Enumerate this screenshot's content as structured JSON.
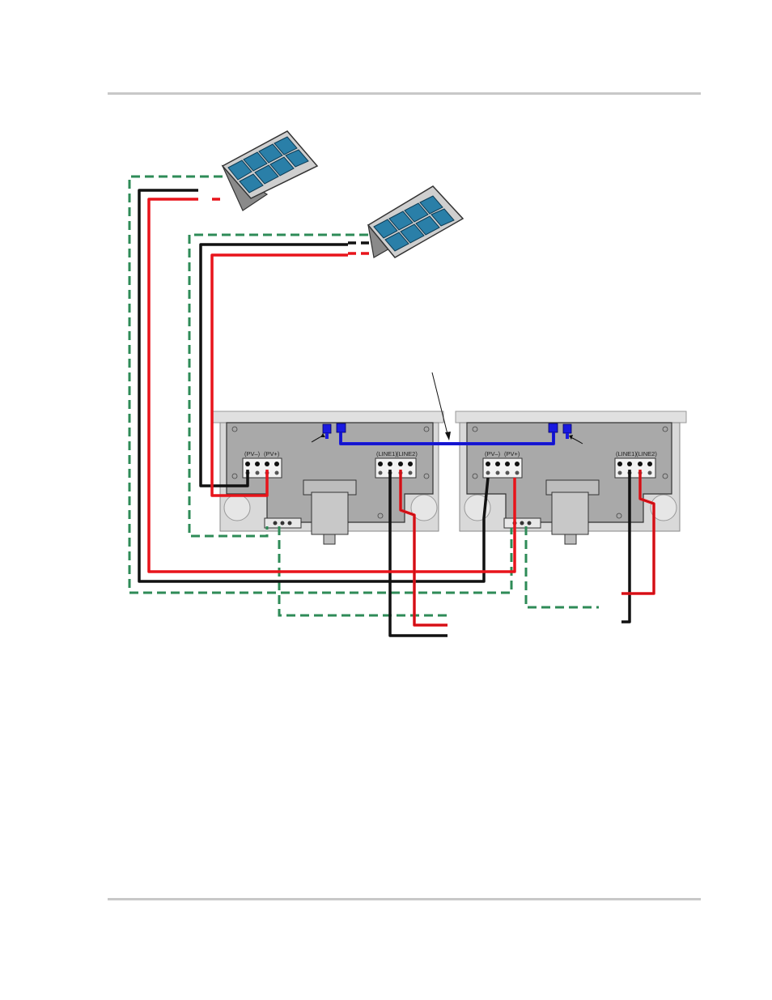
{
  "colors": {
    "positive_wire": "#e8141b",
    "negative_wire": "#111111",
    "ground_wire": "#2e8b57",
    "network_cable": "#1a1ae0",
    "enclosure_fill": "#d9d9d9",
    "panel_cell": "#2a7fa8",
    "rule_gray": "#c8c8c8"
  },
  "inverter_left": {
    "pv_neg_label": "(PV–)",
    "pv_pos_label": "(PV+)",
    "line1_label": "(LINE1)",
    "line2_label": "(LINE2)"
  },
  "inverter_right": {
    "pv_neg_label": "(PV–)",
    "pv_pos_label": "(PV+)",
    "line1_label": "(LINE1)",
    "line2_label": "(LINE2)"
  },
  "icons": {
    "pv_array": "solar-panel-icon",
    "network_terminator": "terminator-icon"
  }
}
